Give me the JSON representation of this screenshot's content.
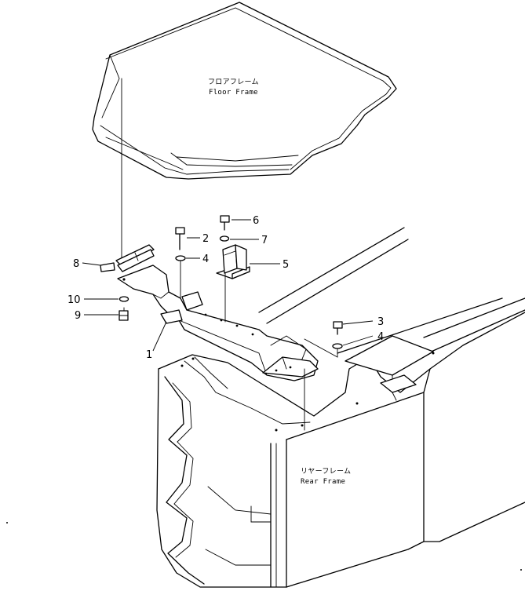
{
  "labels": {
    "floor_frame_jp": "フロアフレーム",
    "floor_frame_en": "Floor  Frame",
    "rear_frame_jp": "リヤーフレーム",
    "rear_frame_en": "Rear  Frame"
  },
  "callouts": {
    "c1": "1",
    "c2": "2",
    "c3": "3",
    "c4a": "4",
    "c4b": "4",
    "c5": "5",
    "c6": "6",
    "c7": "7",
    "c8": "8",
    "c9": "9",
    "c10": "10"
  }
}
